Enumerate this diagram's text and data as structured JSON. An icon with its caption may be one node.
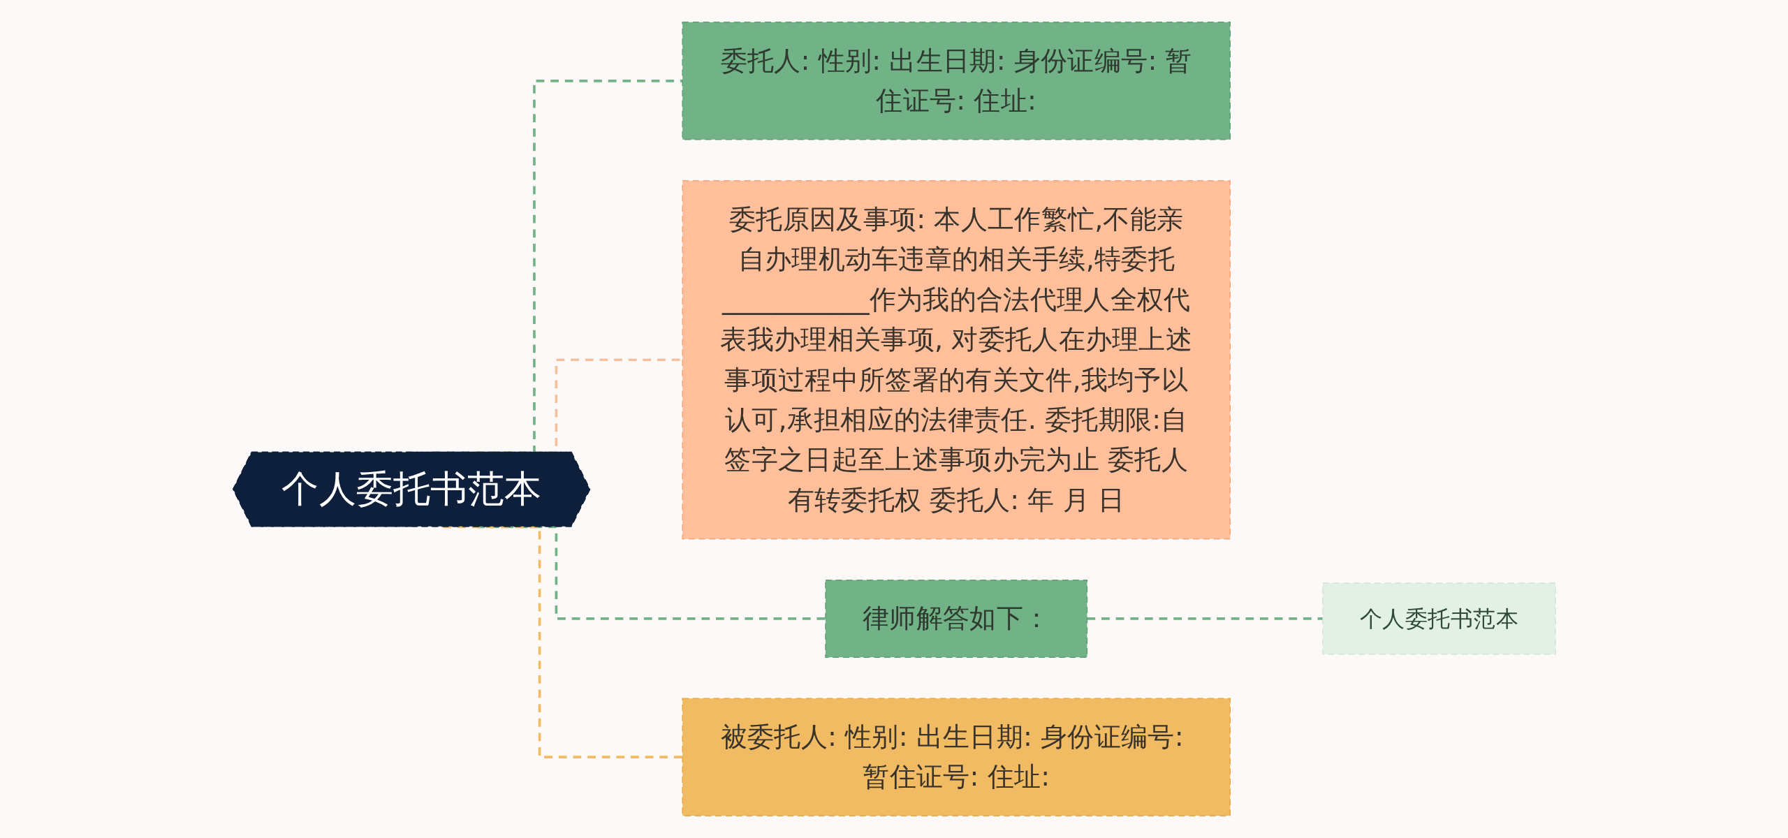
{
  "diagram": {
    "nodes": [
      {
        "text": [
          "个人委托书范本"
        ]
      },
      {
        "text": [
          "委托人: 性别: 出生日期: 身份证编号: 暂住证号: 住址:"
        ]
      },
      {
        "text": [
          "委托原因及事项: 本人工作繁忙,不能亲自办理机动车违章的相关手续,特委托___________作为我的合法代理人全权代表我办理相关事项, 对委托人在办理上述事项过程中所签署的有关文件,我均予以认可,承担相应的法律责任. 委托期限:自签字之日起至上述事项办完为止 委托人有转委托权 委托人: 年 月 日"
        ]
      },
      {
        "text": [
          "律师解答如下："
        ]
      },
      {
        "text": [
          "个人委托书范本"
        ]
      },
      {
        "text": [
          "被委托人: 性别: 出生日期: 身份证编号: 暂住证号: 住址:"
        ]
      }
    ],
    "edges": [
      {
        "from": 0,
        "to": 1,
        "arrow": "none",
        "style": "dashed",
        "color": "#72b287"
      },
      {
        "from": 0,
        "to": 2,
        "arrow": "none",
        "style": "dashed",
        "color": "#f5c09b"
      },
      {
        "from": 0,
        "to": 3,
        "arrow": "none",
        "style": "dashed",
        "color": "#72b287"
      },
      {
        "from": 3,
        "to": 4,
        "arrow": "none",
        "style": "dashed",
        "color": "#72b287"
      },
      {
        "from": 0,
        "to": 5,
        "arrow": "none",
        "style": "dashed",
        "color": "#f0bb62"
      }
    ]
  }
}
